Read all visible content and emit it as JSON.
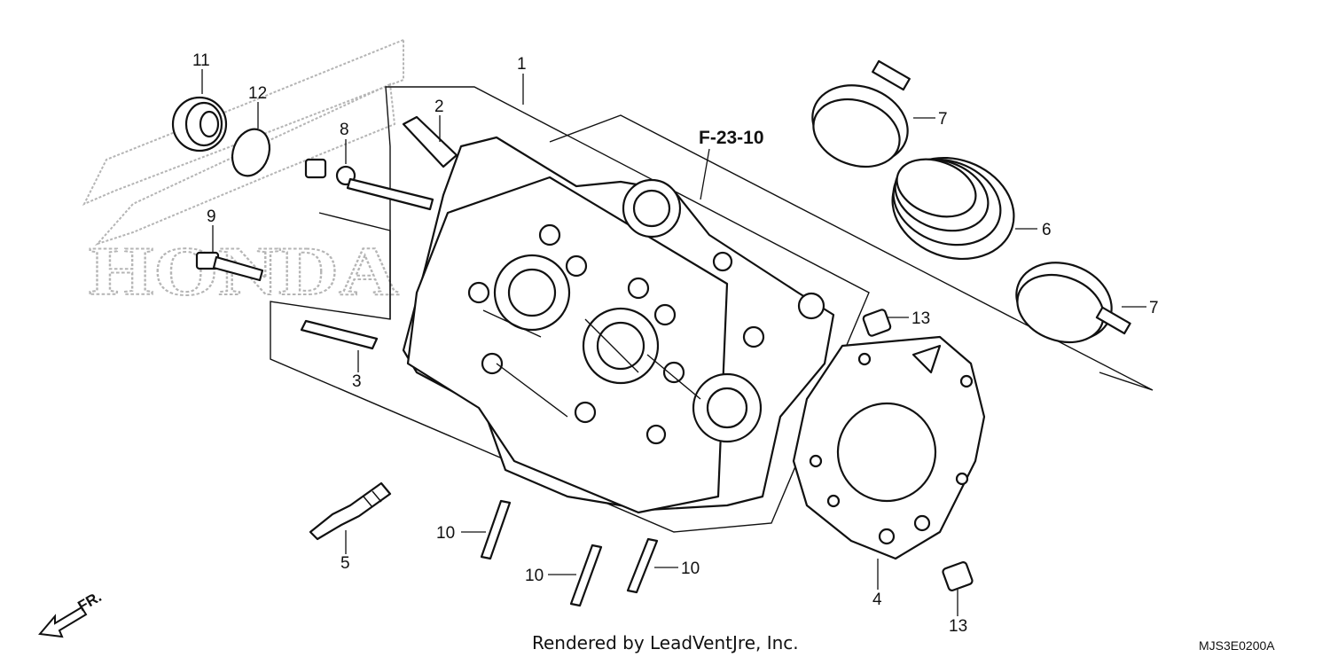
{
  "diagram": {
    "reference_code": "F-23-10",
    "credit": "Rendered by LeadVentJre, Inc.",
    "diagram_id": "MJS3E0200A",
    "front_marker": "FR.",
    "watermark": "HONDA"
  },
  "callouts": [
    "1",
    "2",
    "3",
    "4",
    "5",
    "6",
    "7",
    "7",
    "8",
    "9",
    "10",
    "10",
    "10",
    "11",
    "12",
    "13",
    "13"
  ],
  "colors": {
    "ink": "#111111",
    "watermark": "#b5b5b5",
    "background": "#ffffff"
  }
}
